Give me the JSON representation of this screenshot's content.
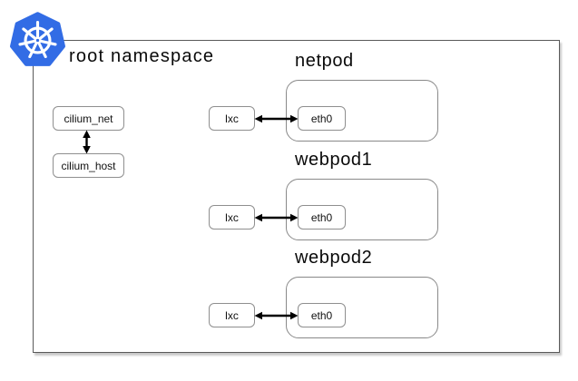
{
  "diagram": {
    "root_label": "root namespace",
    "logo_name": "kubernetes",
    "left_column": {
      "net_box_label": "cilium_net",
      "host_box_label": "cilium_host"
    },
    "pods": [
      {
        "title": "netpod",
        "lxc_label": "lxc",
        "eth_label": "eth0"
      },
      {
        "title": "webpod1",
        "lxc_label": "lxc",
        "eth_label": "eth0"
      },
      {
        "title": "webpod2",
        "lxc_label": "lxc",
        "eth_label": "eth0"
      }
    ],
    "colors": {
      "kubernetes_blue": "#326CE5",
      "outer_border": "#5a5a5a",
      "pod_border": "#898989",
      "node_border": "#8f8f8f",
      "arrow": "#000000",
      "background": "#ffffff"
    }
  }
}
